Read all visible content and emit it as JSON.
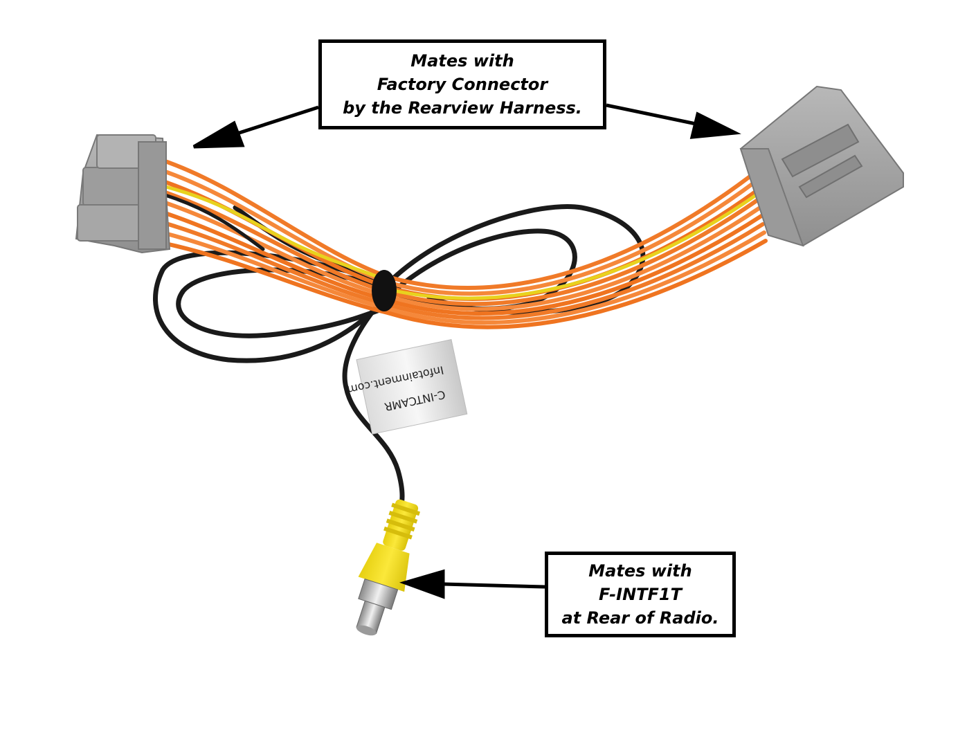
{
  "image": {
    "subject": "wiring harness adapter with two grey multi-pin connectors and a yellow RCA plug",
    "background_color": "#ffffff",
    "wire_color_primary": "#f07a28",
    "wire_color_secondary": "#e8d21e",
    "connector_color": "#a3a3a3",
    "rca_color": "#f2df1b",
    "cable_color": "#1a1a1a",
    "label_tag_text_line1": "C-INTCAMR",
    "label_tag_text_line2": "Infotainment.com"
  },
  "callouts": {
    "top": {
      "line1": "Mates with",
      "line2": "Factory Connector",
      "line3": "by the Rearview Harness."
    },
    "bottom": {
      "line1": "Mates with",
      "line2": "F-INTF1T",
      "line3": "at Rear of Radio."
    }
  },
  "arrows": {
    "color": "#000000",
    "icon": "arrow-icon"
  }
}
